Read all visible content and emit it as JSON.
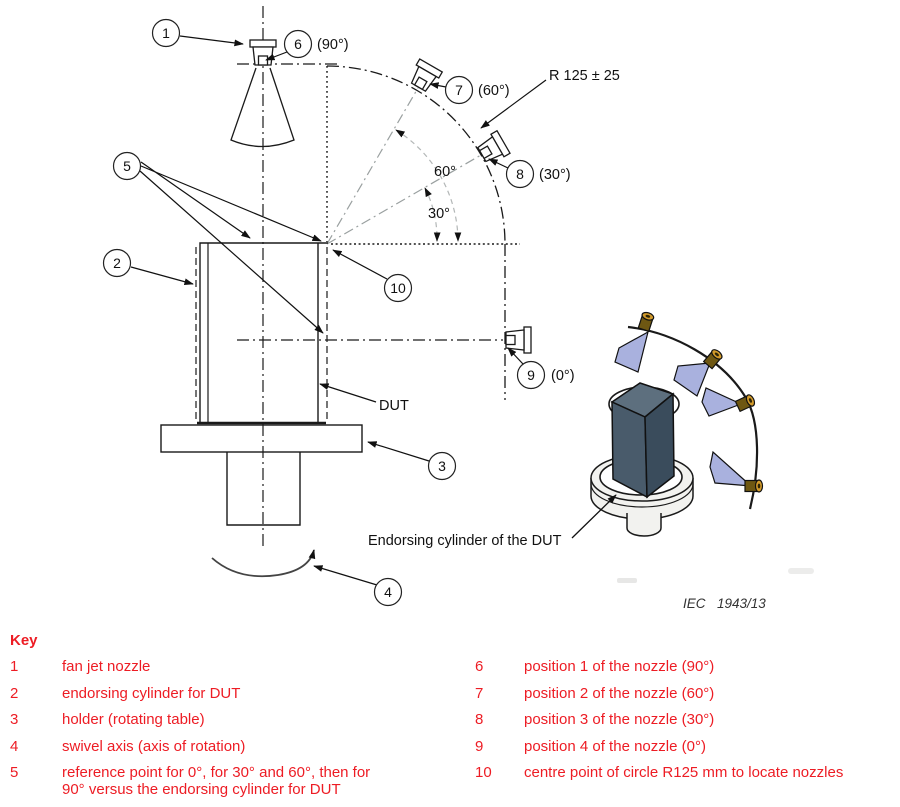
{
  "diagram": {
    "caption_prefix": "IEC",
    "caption_number": "1943/13",
    "r125_label": "R 125 ± 25",
    "angle_60": "60°",
    "angle_30": "30°",
    "pos_90": "(90°)",
    "pos_60": "(60°)",
    "pos_30": "(30°)",
    "pos_0": "(0°)",
    "dut_label": "DUT",
    "endorsing_label": "Endorsing cylinder of the DUT",
    "callouts": {
      "n1": "1",
      "n2": "2",
      "n3": "3",
      "n4": "4",
      "n5": "5",
      "n6": "6",
      "n7": "7",
      "n8": "8",
      "n9": "9",
      "n10": "10"
    }
  },
  "key": {
    "title": "Key",
    "items_left": [
      {
        "num": "1",
        "text": "fan jet nozzle"
      },
      {
        "num": "2",
        "text": "endorsing cylinder for DUT"
      },
      {
        "num": "3",
        "text": "holder (rotating table)"
      },
      {
        "num": "4",
        "text": "swivel axis (axis of rotation)"
      },
      {
        "num": "5",
        "text": "reference point for 0°, for 30° and 60°, then for 90° versus the endorsing cylinder for DUT"
      }
    ],
    "items_right": [
      {
        "num": "6",
        "text": "position 1 of the nozzle (90°)"
      },
      {
        "num": "7",
        "text": "position 2 of the nozzle (60°)"
      },
      {
        "num": "8",
        "text": "position 3 of the nozzle (30°)"
      },
      {
        "num": "9",
        "text": "position 4 of the nozzle (0°)"
      },
      {
        "num": "10",
        "text": "centre point of circle R125 mm to locate nozzles"
      }
    ]
  },
  "colors": {
    "key_red": "#ed1c24",
    "line_black": "#1a1a1a",
    "gray_radial": "#9aa0a0",
    "spray_blue": "#a9b1de",
    "nozzle_brass": "#d29a2a",
    "nozzle_body_dark": "#6e5712",
    "box_top": "#5d6f7e",
    "box_front": "#495b6b",
    "box_side": "#3a4c5c",
    "pedestal_white": "#f2f2ef"
  }
}
